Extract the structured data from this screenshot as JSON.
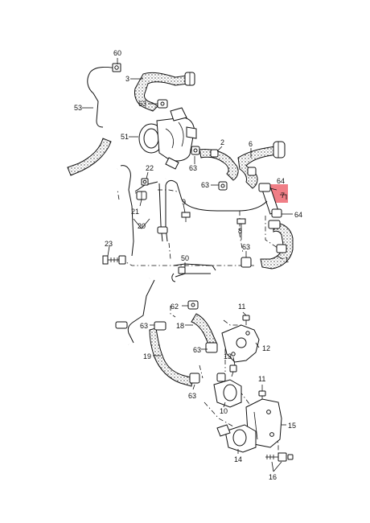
{
  "labels": {
    "l60": "60",
    "l3": "3",
    "l53": "53",
    "l63a": "63",
    "l51": "51",
    "l2": "2",
    "l6": "6",
    "l63b": "63",
    "l63c": "63",
    "l64a": "64",
    "l7": "7",
    "l64b": "64",
    "l22": "22",
    "l9": "9",
    "l21": "21",
    "l20": "20",
    "l8": "8",
    "l63d": "63",
    "l1": "1",
    "l23": "23",
    "l50": "50",
    "l62": "62",
    "l11a": "11",
    "l63e": "63",
    "l18": "18",
    "l19": "19",
    "l63f": "63",
    "l13": "13",
    "l12": "12",
    "l63g": "63",
    "l10": "10",
    "l11b": "11",
    "l15": "15",
    "l14": "14",
    "l16": "16"
  },
  "highlight": {
    "part": "7",
    "color": "#f07e86"
  }
}
